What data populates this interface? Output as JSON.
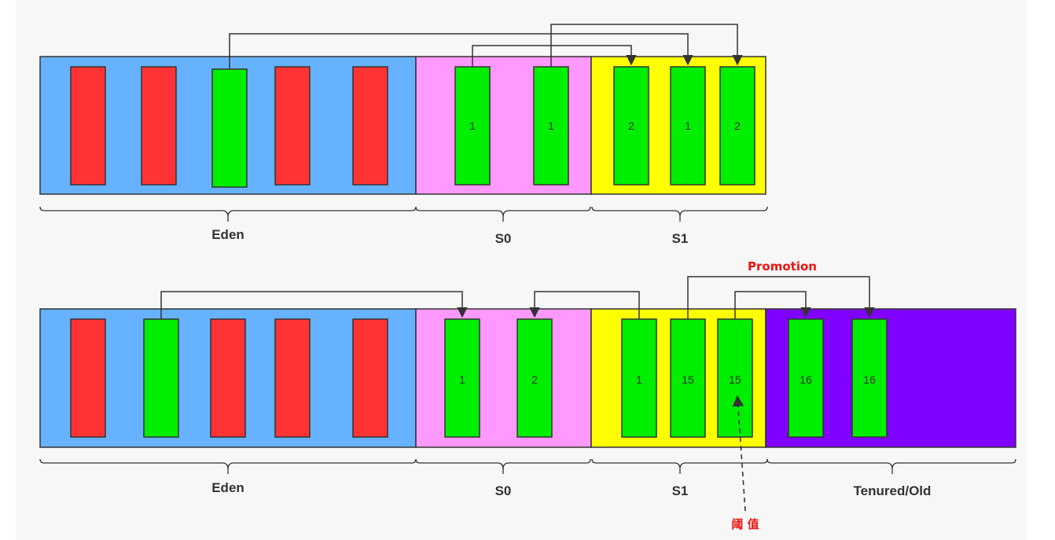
{
  "colors": {
    "eden": "#66b2ff",
    "s0": "#ff99ff",
    "s1": "#ffff00",
    "tenured": "#7f00ff",
    "dead_object": "#ff3333",
    "live_object": "#00ee00",
    "annotation": "#ee1111",
    "line": "#333333"
  },
  "diagram_top": {
    "regions": {
      "eden": "Eden",
      "s0": "S0",
      "s1": "S1"
    },
    "s0_objects": [
      "1",
      "1"
    ],
    "s1_objects": [
      "2",
      "1",
      "2"
    ]
  },
  "diagram_bottom": {
    "regions": {
      "eden": "Eden",
      "s0": "S0",
      "s1": "S1",
      "tenured": "Tenured/Old"
    },
    "s0_objects": [
      "1",
      "2"
    ],
    "s1_objects": [
      "1",
      "15",
      "15"
    ],
    "tenured_objects": [
      "16",
      "16"
    ],
    "promotion_label": "Promotion",
    "threshold_label": "阈 值"
  }
}
